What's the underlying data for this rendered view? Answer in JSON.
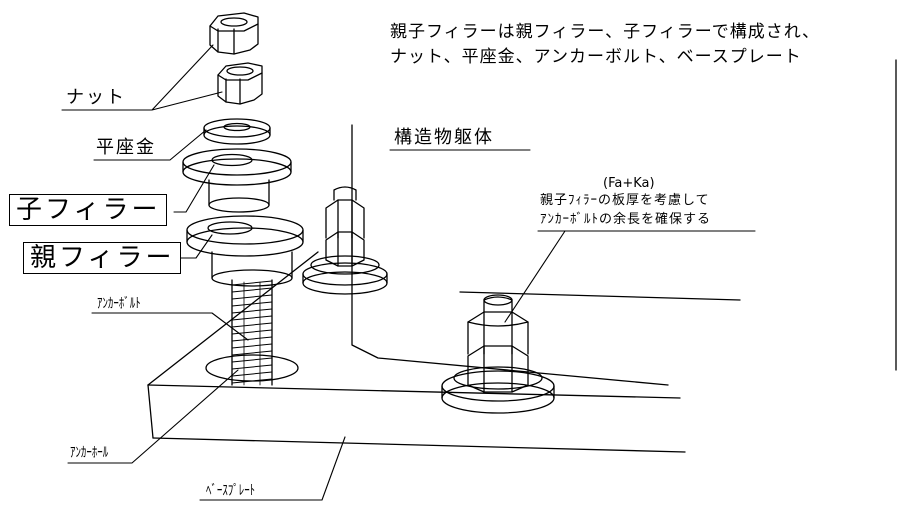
{
  "description": {
    "line1": "親子フィラーは親フィラー、子フィラーで構成され、",
    "line2": "ナット、平座金、アンカーボルト、ベースプレート"
  },
  "labels": {
    "nut": "ナット",
    "washer": "平座金",
    "child_filler": "子フィラー",
    "parent_filler": "親フィラー",
    "anchor_bolt": "ｱﾝｶｰﾎﾞﾙﾄ",
    "anchor_hole": "ｱﾝｶｰﾎｰﾙ",
    "base_plate": "ﾍﾞｰｽﾌﾟﾚｰﾄ",
    "structure_body": "構造物躯体"
  },
  "note": {
    "formula": "(Fa+Ka)",
    "line1": "親子ﾌｨﾗｰの板厚を考慮して",
    "line2": "ｱﾝｶｰﾎﾞﾙﾄの余長を確保する"
  }
}
